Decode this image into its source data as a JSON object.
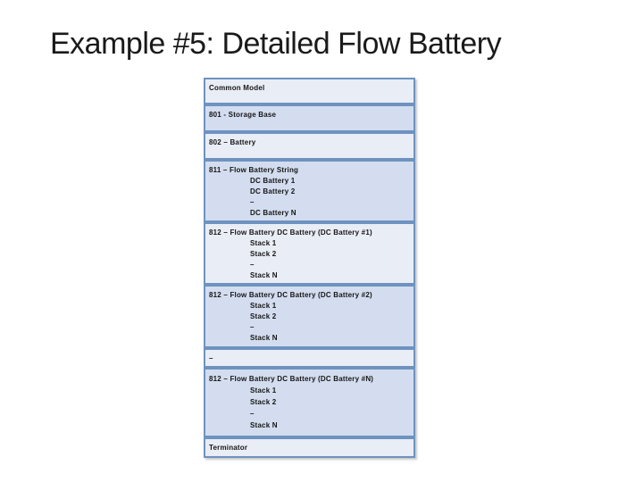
{
  "slide": {
    "title": "Example #5: Detailed Flow Battery"
  },
  "diagram": {
    "colors": {
      "light_fill": "#e9edf6",
      "dark_fill": "#d3ddef",
      "border": "#6e93c0",
      "text": "#161616"
    },
    "boxes": [
      {
        "title": "Common Model",
        "items": []
      },
      {
        "title": "801 - Storage Base",
        "items": []
      },
      {
        "title": "802 – Battery",
        "items": []
      },
      {
        "title": "811 – Flow Battery String",
        "items": [
          "DC Battery 1",
          "DC Battery 2",
          "–",
          "DC Battery N"
        ]
      },
      {
        "title": "812 – Flow Battery DC Battery (DC Battery #1)",
        "items": [
          "Stack 1",
          "Stack 2",
          "–",
          "Stack N"
        ]
      },
      {
        "title": "812 – Flow Battery DC Battery (DC Battery #2)",
        "items": [
          "Stack 1",
          "Stack 2",
          "–",
          "Stack N"
        ]
      },
      {
        "title": "–",
        "items": []
      },
      {
        "title": "812 – Flow Battery DC Battery (DC Battery #N)",
        "items": [
          "Stack 1",
          "Stack 2",
          "–",
          "Stack N"
        ]
      },
      {
        "title": "Terminator",
        "items": []
      }
    ]
  }
}
